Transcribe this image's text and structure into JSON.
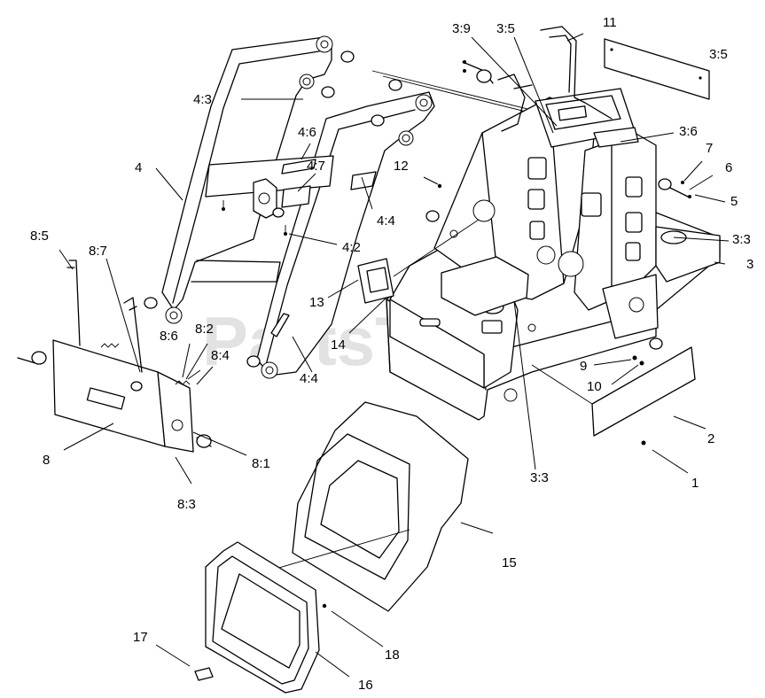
{
  "watermark": "PartsTree",
  "callouts": [
    {
      "id": "c-11",
      "label": "11"
    },
    {
      "id": "c-3-9",
      "label": "3:9"
    },
    {
      "id": "c-3-5-top",
      "label": "3:5"
    },
    {
      "id": "c-3-5-right",
      "label": "3:5"
    },
    {
      "id": "c-4-3",
      "label": "4:3"
    },
    {
      "id": "c-3-6",
      "label": "3:6"
    },
    {
      "id": "c-4-6",
      "label": "4:6"
    },
    {
      "id": "c-7",
      "label": "7"
    },
    {
      "id": "c-4",
      "label": "4"
    },
    {
      "id": "c-4-7",
      "label": "4:7"
    },
    {
      "id": "c-12",
      "label": "12"
    },
    {
      "id": "c-6",
      "label": "6"
    },
    {
      "id": "c-5",
      "label": "5"
    },
    {
      "id": "c-4-4-upper",
      "label": "4:4"
    },
    {
      "id": "c-8-5",
      "label": "8:5"
    },
    {
      "id": "c-3-3-right",
      "label": "3:3"
    },
    {
      "id": "c-4-2",
      "label": "4:2"
    },
    {
      "id": "c-3",
      "label": "3"
    },
    {
      "id": "c-8-7",
      "label": "8:7"
    },
    {
      "id": "c-13",
      "label": "13"
    },
    {
      "id": "c-14",
      "label": "14"
    },
    {
      "id": "c-8-2",
      "label": "8:2"
    },
    {
      "id": "c-8-6",
      "label": "8:6"
    },
    {
      "id": "c-8-4",
      "label": "8:4"
    },
    {
      "id": "c-9",
      "label": "9"
    },
    {
      "id": "c-4-4-lower",
      "label": "4:4"
    },
    {
      "id": "c-10",
      "label": "10"
    },
    {
      "id": "c-2",
      "label": "2"
    },
    {
      "id": "c-8",
      "label": "8"
    },
    {
      "id": "c-8-1",
      "label": "8:1"
    },
    {
      "id": "c-3-3-lower",
      "label": "3:3"
    },
    {
      "id": "c-1",
      "label": "1"
    },
    {
      "id": "c-8-3",
      "label": "8:3"
    },
    {
      "id": "c-15",
      "label": "15"
    },
    {
      "id": "c-17",
      "label": "17"
    },
    {
      "id": "c-18",
      "label": "18"
    },
    {
      "id": "c-16",
      "label": "16"
    }
  ]
}
